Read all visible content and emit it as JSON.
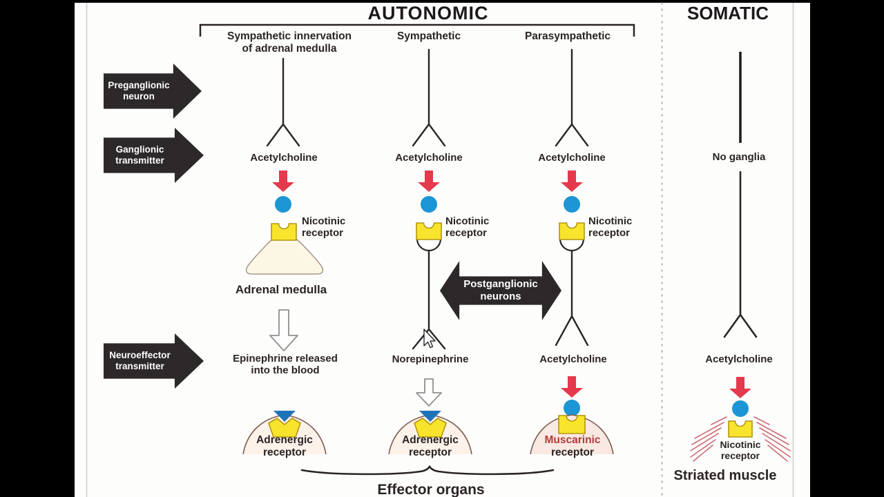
{
  "titles": {
    "autonomic": "AUTONOMIC",
    "somatic": "SOMATIC"
  },
  "row_arrows": {
    "preganglionic": {
      "line1": "Preganglionic",
      "line2": "neuron"
    },
    "ganglionic": {
      "line1": "Ganglionic",
      "line2": "transmitter"
    },
    "neuroeffector": {
      "line1": "Neuroeffector",
      "line2": "transmitter"
    }
  },
  "postganglionic": {
    "line1": "Postganglionic",
    "line2": "neurons"
  },
  "columns": {
    "adrenal": {
      "header": {
        "line1": "Sympathetic innervation",
        "line2": "of adrenal medulla"
      },
      "ganglionic_transmitter": "Acetylcholine",
      "ganglionic_receptor": {
        "line1": "Nicotinic",
        "line2": "receptor"
      },
      "organ": "Adrenal medulla",
      "neuroeffector": {
        "line1": "Epinephrine released",
        "line2": "into the blood"
      },
      "effector_receptor": {
        "line1": "Adrenergic",
        "line2": "receptor"
      }
    },
    "sympathetic": {
      "header": "Sympathetic",
      "ganglionic_transmitter": "Acetylcholine",
      "ganglionic_receptor": {
        "line1": "Nicotinic",
        "line2": "receptor"
      },
      "neuroeffector": "Norepinephrine",
      "effector_receptor": {
        "line1": "Adrenergic",
        "line2": "receptor"
      }
    },
    "parasympathetic": {
      "header": "Parasympathetic",
      "ganglionic_transmitter": "Acetylcholine",
      "ganglionic_receptor": {
        "line1": "Nicotinic",
        "line2": "receptor"
      },
      "neuroeffector": "Acetylcholine",
      "effector_receptor": {
        "line1": "Muscarinic",
        "line2": "receptor"
      }
    },
    "somatic": {
      "ganglia": "No ganglia",
      "neuroeffector": "Acetylcholine",
      "effector_receptor": {
        "line1": "Nicotinic",
        "line2": "receptor"
      },
      "muscle": "Striated muscle"
    }
  },
  "footer": {
    "effector_organs": "Effector organs"
  },
  "colors": {
    "red_arrow": "#e5394d",
    "vesicle_blue": "#1c96d4",
    "receptor_yellow": "#f8e42c",
    "ribbon_black": "#2d282a",
    "muscarinic_label": "#b23b38",
    "triangle_blue": "#1e72ba",
    "striation_red": "#cf6a74"
  }
}
